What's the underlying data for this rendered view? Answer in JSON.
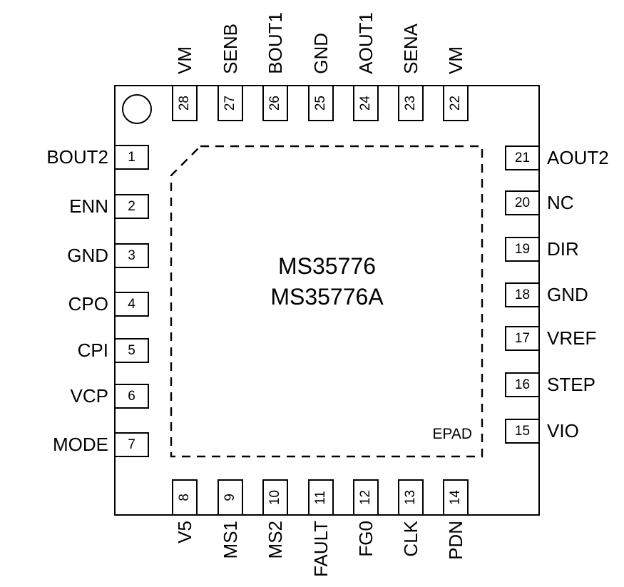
{
  "chip": {
    "title_line1": "MS35776",
    "title_line2": "MS35776A",
    "epad_label": "EPAD"
  },
  "colors": {
    "line": "#000000",
    "text": "#000000",
    "background": "#ffffff"
  },
  "pins": {
    "left": [
      {
        "num": "1",
        "label": "BOUT2"
      },
      {
        "num": "2",
        "label": "ENN"
      },
      {
        "num": "3",
        "label": "GND"
      },
      {
        "num": "4",
        "label": "CPO"
      },
      {
        "num": "5",
        "label": "CPI"
      },
      {
        "num": "6",
        "label": "VCP"
      },
      {
        "num": "7",
        "label": "MODE"
      }
    ],
    "bottom": [
      {
        "num": "8",
        "label": "V5"
      },
      {
        "num": "9",
        "label": "MS1"
      },
      {
        "num": "10",
        "label": "MS2"
      },
      {
        "num": "11",
        "label": "FAULT"
      },
      {
        "num": "12",
        "label": "FG0"
      },
      {
        "num": "13",
        "label": "CLK"
      },
      {
        "num": "14",
        "label": "PDN"
      }
    ],
    "right": [
      {
        "num": "21",
        "label": "AOUT2"
      },
      {
        "num": "20",
        "label": "NC"
      },
      {
        "num": "19",
        "label": "DIR"
      },
      {
        "num": "18",
        "label": "GND"
      },
      {
        "num": "17",
        "label": "VREF"
      },
      {
        "num": "16",
        "label": "STEP"
      },
      {
        "num": "15",
        "label": "VIO"
      }
    ],
    "top": [
      {
        "num": "28",
        "label": "VM"
      },
      {
        "num": "27",
        "label": "SENB"
      },
      {
        "num": "26",
        "label": "BOUT1"
      },
      {
        "num": "25",
        "label": "GND"
      },
      {
        "num": "24",
        "label": "AOUT1"
      },
      {
        "num": "23",
        "label": "SENA"
      },
      {
        "num": "22",
        "label": "VM"
      }
    ]
  }
}
